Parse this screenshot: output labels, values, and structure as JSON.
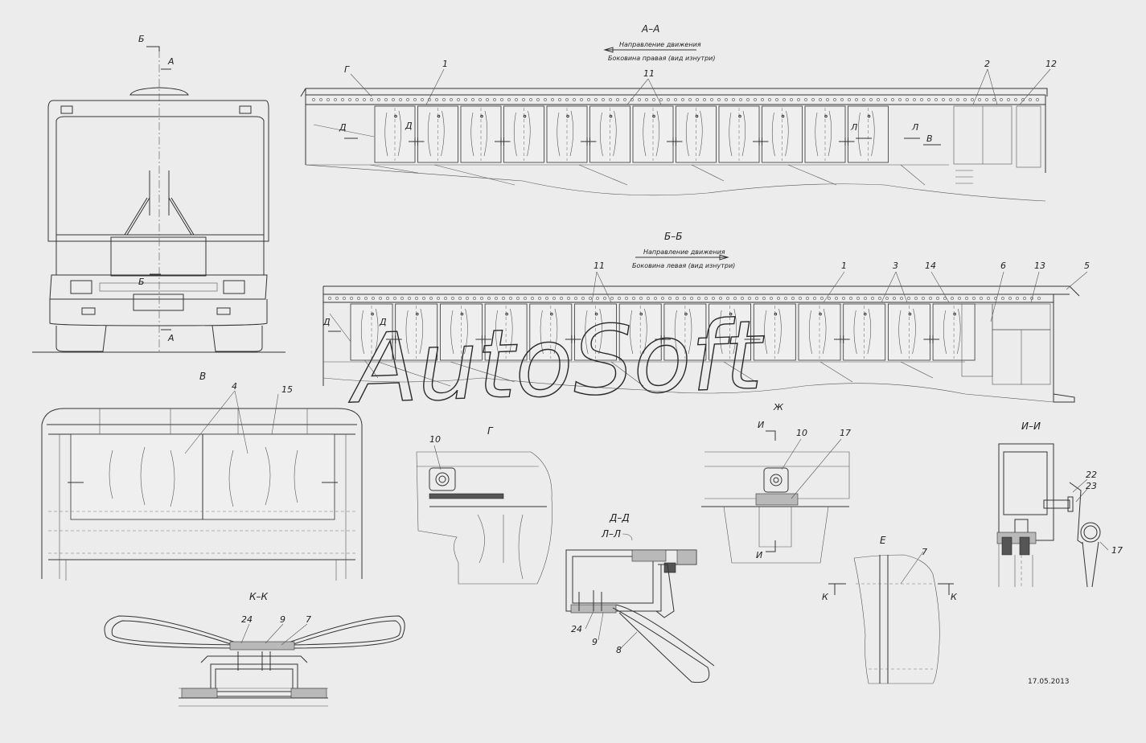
{
  "drawing": {
    "date": "17.05.2013",
    "watermark": "AutoSoft"
  },
  "front_view": {
    "section_mark_b": "Б",
    "section_mark_a": "А"
  },
  "section_aa": {
    "title": "А–А",
    "direction": "Направление движения",
    "subtitle": "Боковина правая (вид изнутри)",
    "callouts": [
      "Г",
      "1",
      "11",
      "2",
      "12"
    ],
    "markers": [
      "Д",
      "Д",
      "Л",
      "Л",
      "В"
    ]
  },
  "section_bb": {
    "title": "Б–Б",
    "direction": "Направление движения",
    "subtitle": "Боковина левая (вид изнутри)",
    "callouts": [
      "11",
      "1",
      "3",
      "14",
      "6",
      "13",
      "5"
    ],
    "markers": [
      "Д",
      "Д",
      "И",
      "Ж"
    ]
  },
  "view_v": {
    "title": "В",
    "callouts": [
      "4",
      "15"
    ]
  },
  "detail_g": {
    "title": "Г",
    "callouts": [
      "10"
    ]
  },
  "detail_zh": {
    "callouts": [
      "10",
      "17"
    ],
    "markers": [
      "И"
    ]
  },
  "section_ii": {
    "title": "И–И",
    "callouts": [
      "22",
      "23",
      "17"
    ]
  },
  "section_dd": {
    "title": "Д–Д",
    "subtitle": "Л–Л",
    "callouts": [
      "24",
      "9",
      "8"
    ]
  },
  "detail_e": {
    "title": "Е",
    "callouts": [
      "7"
    ],
    "markers": [
      "К",
      "К"
    ]
  },
  "section_kk": {
    "title": "К–К",
    "callouts": [
      "24",
      "9",
      "7"
    ]
  }
}
